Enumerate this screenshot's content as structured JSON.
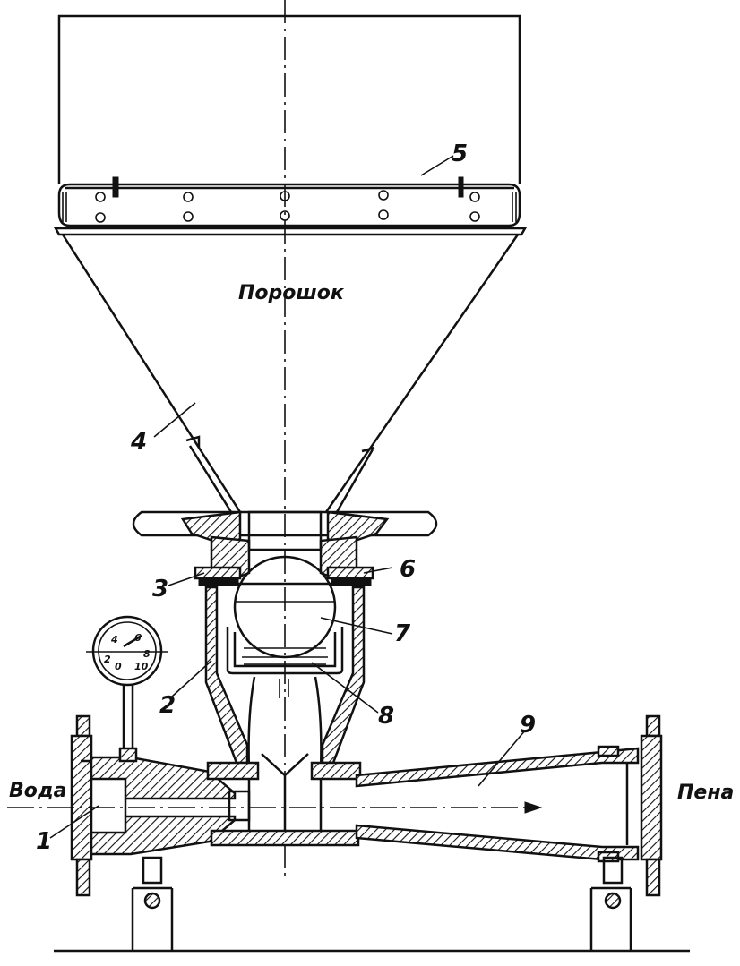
{
  "labels": {
    "powder": "Порошок",
    "water": "Вода",
    "foam": "Пена",
    "n1": "1",
    "n2": "2",
    "n3": "3",
    "n4": "4",
    "n5": "5",
    "n6": "6",
    "n7": "7",
    "n8": "8",
    "n9": "9"
  },
  "gauge": {
    "scale": [
      "4",
      "2",
      "6",
      "8",
      "10",
      "0"
    ]
  },
  "colors": {
    "ink": "#111111",
    "paper": "#ffffff"
  }
}
